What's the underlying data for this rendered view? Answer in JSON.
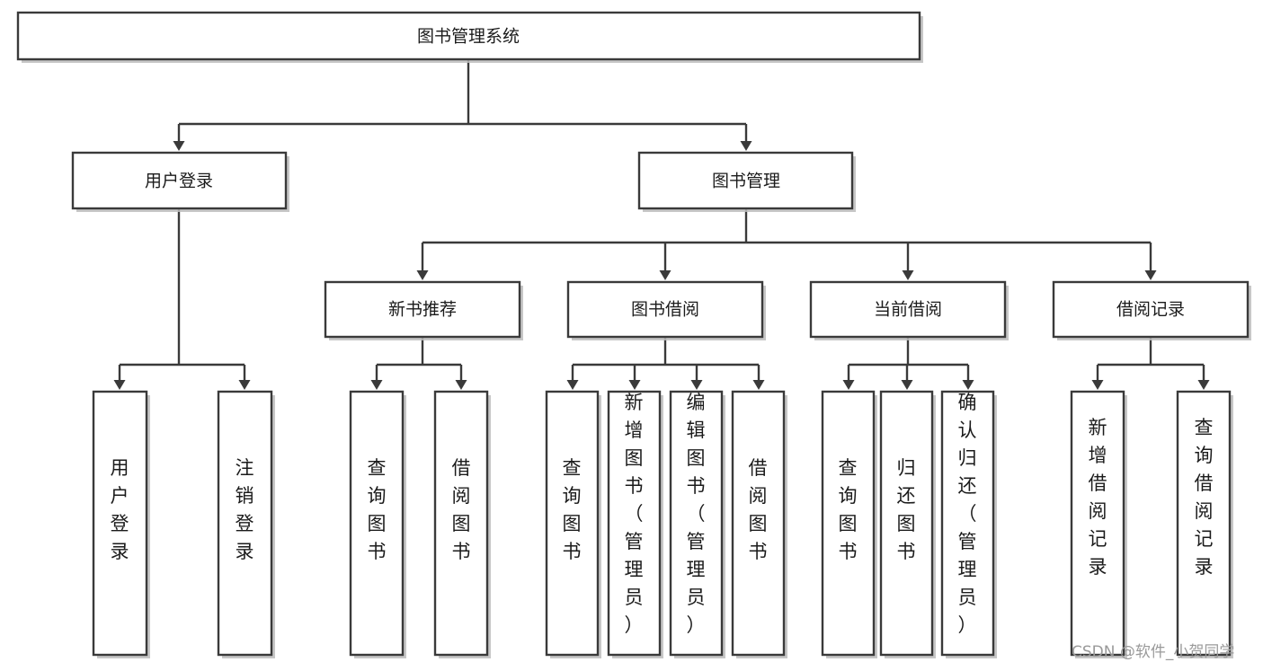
{
  "diagram": {
    "title": "图书管理系统",
    "type": "tree-hierarchy",
    "orientation": "top-down",
    "watermark": "CSDN @软件_小贺同学",
    "colors": {
      "stroke": "#3a3a3a",
      "fill": "#ffffff",
      "text": "#1b1b1b",
      "shadow": "#bdbdbd",
      "watermark": "#9a9a9a"
    },
    "levels": {
      "root": {
        "label": "图书管理系统"
      },
      "level2": [
        {
          "label": "用户登录"
        },
        {
          "label": "图书管理"
        }
      ],
      "level3": [
        {
          "label": "新书推荐"
        },
        {
          "label": "图书借阅"
        },
        {
          "label": "当前借阅"
        },
        {
          "label": "借阅记录"
        }
      ],
      "leaves": {
        "user_login": [
          {
            "lines": [
              "用",
              "户",
              "登",
              "录"
            ]
          },
          {
            "lines": [
              "注",
              "销",
              "登",
              "录"
            ]
          }
        ],
        "new_book_recommend": [
          {
            "lines": [
              "查",
              "询",
              "图",
              "书"
            ]
          },
          {
            "lines": [
              "借",
              "阅",
              "图",
              "书"
            ]
          }
        ],
        "book_borrow": [
          {
            "lines": [
              "查",
              "询",
              "图",
              "书"
            ]
          },
          {
            "lines": [
              "新",
              "增",
              "图",
              "书",
              "（",
              "管",
              "理",
              "员",
              "）"
            ]
          },
          {
            "lines": [
              "编",
              "辑",
              "图",
              "书",
              "（",
              "管",
              "理",
              "员",
              "）"
            ]
          },
          {
            "lines": [
              "借",
              "阅",
              "图",
              "书"
            ]
          }
        ],
        "current_borrow": [
          {
            "lines": [
              "查",
              "询",
              "图",
              "书"
            ]
          },
          {
            "lines": [
              "归",
              "还",
              "图",
              "书"
            ]
          },
          {
            "lines": [
              "确",
              "认",
              "归",
              "还",
              "（",
              "管",
              "理",
              "员",
              "）"
            ]
          }
        ],
        "borrow_record": [
          {
            "lines": [
              "新",
              "增",
              "借",
              "阅",
              "记",
              "录"
            ]
          },
          {
            "lines": [
              "查",
              "询",
              "借",
              "阅",
              "记",
              "录"
            ]
          }
        ]
      }
    }
  }
}
